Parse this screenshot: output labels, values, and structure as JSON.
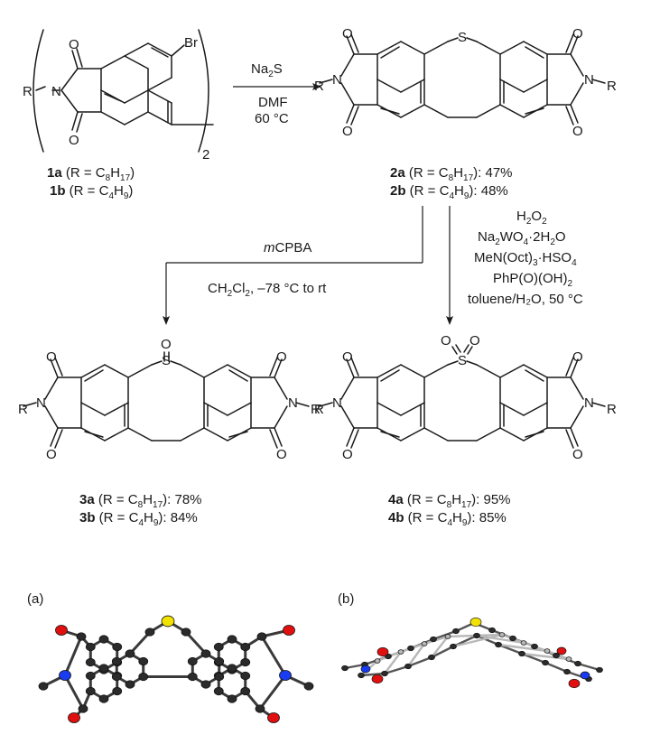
{
  "compound_1": {
    "atoms": {
      "o_top": "O",
      "o_bottom": "O",
      "n": "N",
      "r": "R",
      "br": "Br"
    },
    "multiplier": "2",
    "label_a": {
      "bold": "1a",
      "text": " (R = C",
      "sub": "8",
      "text2": "H",
      "sub2": "17",
      "text3": ")"
    },
    "label_b": {
      "bold": "1b",
      "text": " (R = C",
      "sub": "4",
      "text2": "H",
      "sub2": "9",
      "text3": ")"
    }
  },
  "step_1": {
    "reagent_main": "Na",
    "reagent_sub": "2",
    "reagent_tail": "S",
    "solvent": "DMF",
    "temperature": "60 °C"
  },
  "compound_2": {
    "atoms": {
      "s": "S",
      "o": "O",
      "n": "N",
      "r": "R"
    },
    "label_a": {
      "bold": "2a",
      "text": " (R = C",
      "sub": "8",
      "text2": "H",
      "sub2": "17",
      "text3": "): 47%"
    },
    "label_b": {
      "bold": "2b",
      "text": " (R = C",
      "sub": "4",
      "text2": "H",
      "sub2": "9",
      "text3": "): 48%"
    }
  },
  "step_2": {
    "reagent_prefix": "m",
    "reagent": "CPBA",
    "solvent_main": "CH",
    "solvent_sub1": "2",
    "solvent_mid": "Cl",
    "solvent_sub2": "2",
    "conditions": ", –78 °C to rt"
  },
  "step_3": {
    "line1": {
      "a": "H",
      "s1": "2",
      "b": "O",
      "s2": "2"
    },
    "line2": {
      "a": "Na",
      "s1": "2",
      "b": "WO",
      "s2": "4",
      "c": "·2H",
      "s3": "2",
      "d": "O"
    },
    "line3": {
      "a": "MeN(Oct)",
      "s1": "3",
      "b": "·HSO",
      "s2": "4"
    },
    "line4": {
      "a": "PhP(O)(OH)",
      "s1": "2"
    },
    "line5": "toluene/H₂O, 50 °C"
  },
  "compound_3": {
    "atoms": {
      "s": "S",
      "o": "O",
      "n": "N",
      "r": "R"
    },
    "label_a": {
      "bold": "3a",
      "text": " (R = C",
      "sub": "8",
      "text2": "H",
      "sub2": "17",
      "text3": "): 78%"
    },
    "label_b": {
      "bold": "3b",
      "text": " (R = C",
      "sub": "4",
      "text2": "H",
      "sub2": "9",
      "text3": "): 84%"
    }
  },
  "compound_4": {
    "atoms": {
      "s": "S",
      "o": "O",
      "n": "N",
      "r": "R"
    },
    "label_a": {
      "bold": "4a",
      "text": " (R = C",
      "sub": "8",
      "text2": "H",
      "sub2": "17",
      "text3": "): 95%"
    },
    "label_b": {
      "bold": "4b",
      "text": " (R = C",
      "sub": "4",
      "text2": "H",
      "sub2": "9",
      "text3": "): 85%"
    }
  },
  "panels": {
    "a": "(a)",
    "b": "(b)"
  },
  "colors": {
    "ink": "#1a1a1a",
    "sulfur": "#f2e200",
    "oxygen": "#e01010",
    "nitrogen": "#1a3cf0",
    "carbon": "#2b2b2b",
    "carbon_light": "#b8b8b8"
  }
}
